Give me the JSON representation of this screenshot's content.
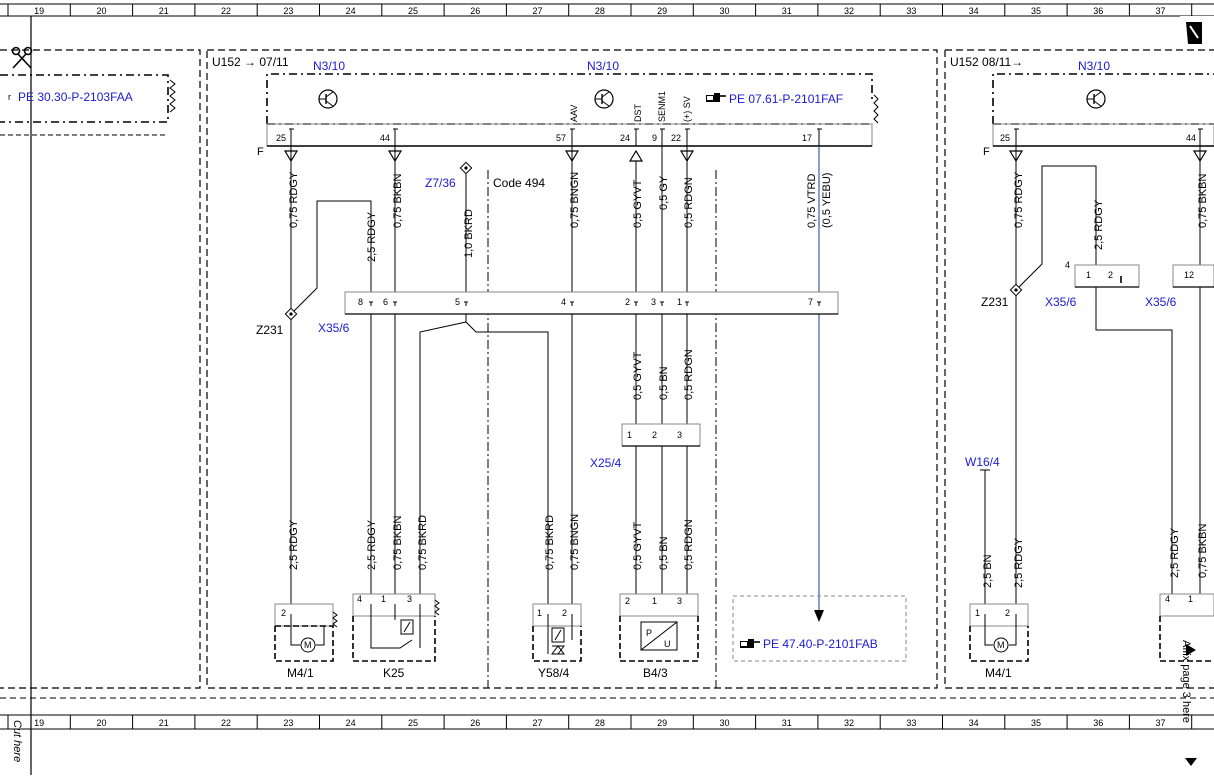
{
  "ruler": {
    "top_numbers": [
      "19",
      "20",
      "21",
      "22",
      "23",
      "24",
      "25",
      "26",
      "27",
      "28",
      "29",
      "30",
      "31",
      "32",
      "33",
      "34",
      "35",
      "36",
      "37"
    ],
    "bottom_numbers": [
      "19",
      "20",
      "21",
      "22",
      "23",
      "24",
      "25",
      "26",
      "27",
      "28",
      "29",
      "30",
      "31",
      "32",
      "33",
      "34",
      "35",
      "36",
      "37"
    ]
  },
  "sections": {
    "left_ref": "PE 30.30-P-2103FAA",
    "mid_header": "U152 → 07/11",
    "right_header": "U152 08/11→"
  },
  "components": {
    "n3_10_left": "N3/10",
    "n3_10_mid": "N3/10",
    "n3_10_right": "N3/10",
    "pe_ref_top": "PE 07.61-P-2101FAF",
    "pe_ref_bottom": "PE 47.40-P-2101FAB",
    "code": "Code 494",
    "z7_36": "Z7/36",
    "z231_left": "Z231",
    "z231_right": "Z231",
    "x35_6_left": "X35/6",
    "x35_6_right_a": "X35/6",
    "x35_6_right_b": "X35/6",
    "x25_4": "X25/4",
    "w16_4": "W16/4",
    "m4_1_left": "M4/1",
    "k25": "K25",
    "y58_4": "Y58/4",
    "b4_3": "B4/3",
    "m4_1_right": "M4/1",
    "f_left": "F",
    "f_right": "F"
  },
  "pins_top": [
    {
      "num": "25",
      "sig": ""
    },
    {
      "num": "44",
      "sig": ""
    },
    {
      "num": "57",
      "sig": "AAV"
    },
    {
      "num": "24",
      "sig": "DST"
    },
    {
      "num": "9",
      "sig": "SENM1"
    },
    {
      "num": "22",
      "sig": "(+) SV"
    },
    {
      "num": "17",
      "sig": ""
    }
  ],
  "pins_top_right": [
    "25",
    "44"
  ],
  "wires_upper": [
    "0,75 RDGY",
    "2,5 RDGY",
    "0,75 BKBN",
    "1,0 BKRD",
    "0,75 BNGN",
    "0,5 GYVT",
    "0,5 GY",
    "0,5 RDGN",
    "0,75 VTRD",
    "(0,5 YEBU)",
    "0,75 RDGY",
    "2,5 RDGY",
    "0,75 BKBN"
  ],
  "x35_pins": [
    "8",
    "6",
    "5",
    "4",
    "2",
    "3",
    "1",
    "7"
  ],
  "x35_right_pins": [
    "4",
    "1",
    "2",
    "12"
  ],
  "wires_mid": [
    "0,5 GYVT",
    "0,5 BN",
    "0,5 RDGN"
  ],
  "x25_pins": [
    "1",
    "2",
    "3"
  ],
  "wires_lower": [
    "2,5 RDGY",
    "2,5 RDGY",
    "0,75 BKBN",
    "0,75 BKRD",
    "0,75 BKRD",
    "0,75 BNGN",
    "0,5 GYVT",
    "0,5 BN",
    "0,5 RDGN",
    "2,5 BN",
    "2,5 RDGY",
    "2,5 RDGY",
    "0,75 BKBN"
  ],
  "device_pins": {
    "m4_1_left": [
      "2"
    ],
    "k25": [
      "4",
      "1",
      "3"
    ],
    "y58_4": [
      "1",
      "2"
    ],
    "b4_3": [
      "2",
      "1",
      "3"
    ],
    "m4_1_right": [
      "1",
      "2"
    ],
    "right_cut": [
      "4",
      "1"
    ]
  },
  "margin": {
    "cut_here": "Cut here",
    "affix": "Affix page 3 here",
    "motor_symbol": "M",
    "sensor_p": "P",
    "sensor_u": "U"
  },
  "colors": {
    "ink": "#000000",
    "reference_blue": "#1a1ad6",
    "wire_blue": "#1a3a9a",
    "frame_gray": "#888888"
  }
}
